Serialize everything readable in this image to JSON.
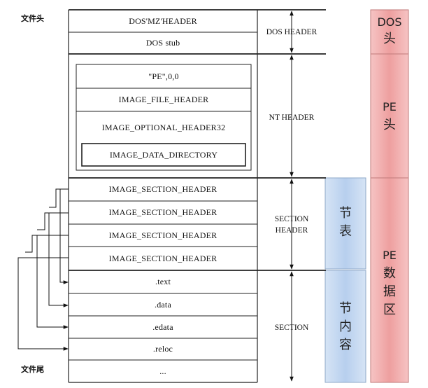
{
  "file_head_label": "文件头",
  "file_tail_label": "文件尾",
  "dos": {
    "mz_header": "DOS'MZ'HEADER",
    "stub": "DOS stub",
    "region_label": "DOS HEADER"
  },
  "nt": {
    "pe_signature": "\"PE\",0,0",
    "file_header": "IMAGE_FILE_HEADER",
    "optional_header": "IMAGE_OPTIONAL_HEADER32",
    "data_directory": "IMAGE_DATA_DIRECTORY",
    "region_label": "NT HEADER"
  },
  "section_headers": [
    "IMAGE_SECTION_HEADER",
    "IMAGE_SECTION_HEADER",
    "IMAGE_SECTION_HEADER",
    "IMAGE_SECTION_HEADER"
  ],
  "section_header_label": [
    "SECTION",
    "HEADER"
  ],
  "sections": [
    ".text",
    ".data",
    ".edata",
    ".reloc",
    "..."
  ],
  "section_label": "SECTION",
  "side_blue": {
    "section_table": [
      "节",
      "表"
    ],
    "section_content": [
      "节",
      "内",
      "容"
    ],
    "color": "#c5d9f1"
  },
  "side_red": {
    "dos_head": [
      "DOS",
      "头"
    ],
    "pe_head": [
      "PE",
      "头"
    ],
    "pe_data": [
      "PE",
      "数",
      "据",
      "区"
    ],
    "color": "#f4b0b0"
  }
}
